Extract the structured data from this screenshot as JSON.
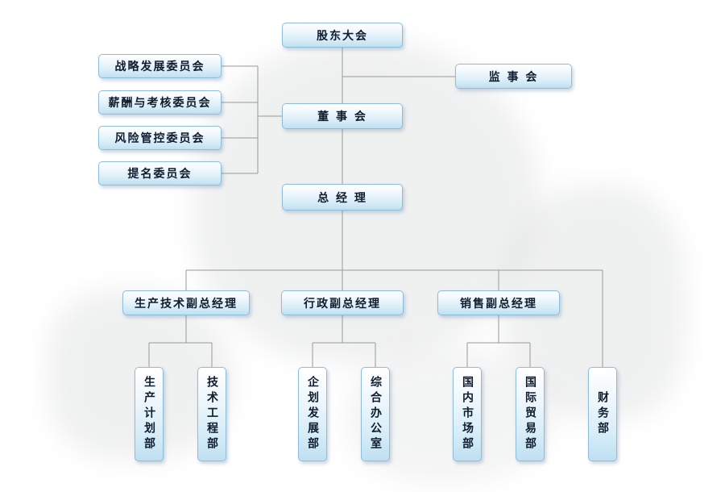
{
  "chart": {
    "type": "org-chart",
    "nodes": {
      "shareholders": {
        "label": "股东大会"
      },
      "supervisory": {
        "label": "监 事 会"
      },
      "board": {
        "label": "董 事 会"
      },
      "committee_strategy": {
        "label": "战略发展委员会"
      },
      "committee_compensation": {
        "label": "薪酬与考核委员会"
      },
      "committee_risk": {
        "label": "风险管控委员会"
      },
      "committee_nomination": {
        "label": "提名委员会"
      },
      "general_manager": {
        "label": "总 经 理"
      },
      "deputy_production": {
        "label": "生产技术副总经理"
      },
      "deputy_admin": {
        "label": "行政副总经理"
      },
      "deputy_sales": {
        "label": "销售副总经理"
      },
      "dept_production_planning": {
        "label": "生产计划部"
      },
      "dept_tech_engineering": {
        "label": "技术工程部"
      },
      "dept_planning_development": {
        "label": "企划发展部"
      },
      "dept_general_office": {
        "label": "综合办公室"
      },
      "dept_domestic_market": {
        "label": "国内市场部"
      },
      "dept_international_trade": {
        "label": "国际贸易部"
      },
      "dept_finance": {
        "label": "财务部"
      }
    },
    "edges": [
      {
        "from": "shareholders",
        "to": "board"
      },
      {
        "from": "shareholders",
        "to": "supervisory"
      },
      {
        "from": "board",
        "to": "committee_strategy"
      },
      {
        "from": "board",
        "to": "committee_compensation"
      },
      {
        "from": "board",
        "to": "committee_risk"
      },
      {
        "from": "board",
        "to": "committee_nomination"
      },
      {
        "from": "board",
        "to": "general_manager"
      },
      {
        "from": "general_manager",
        "to": "deputy_production"
      },
      {
        "from": "general_manager",
        "to": "deputy_admin"
      },
      {
        "from": "general_manager",
        "to": "deputy_sales"
      },
      {
        "from": "general_manager",
        "to": "dept_finance"
      },
      {
        "from": "deputy_production",
        "to": "dept_production_planning"
      },
      {
        "from": "deputy_production",
        "to": "dept_tech_engineering"
      },
      {
        "from": "deputy_admin",
        "to": "dept_planning_development"
      },
      {
        "from": "deputy_admin",
        "to": "dept_general_office"
      },
      {
        "from": "deputy_sales",
        "to": "dept_domestic_market"
      },
      {
        "from": "deputy_sales",
        "to": "dept_international_trade"
      }
    ],
    "colors": {
      "line": "#999999",
      "box_border": "#8fbcd9",
      "box_fill_top": "#ffffff",
      "box_fill_bottom": "#bfe0f2",
      "text": "#0f1c2e"
    }
  }
}
